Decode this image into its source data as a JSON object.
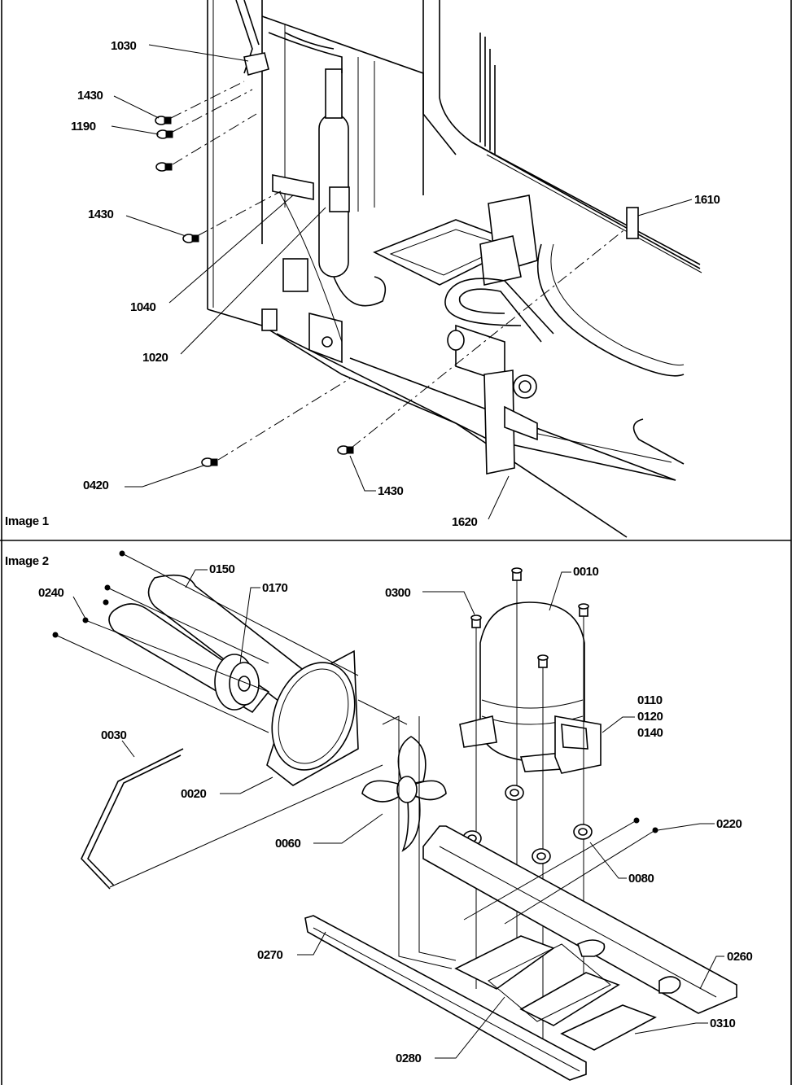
{
  "panel1": {
    "caption": "Image 1",
    "callouts": {
      "c1030": "1030",
      "c1430a": "1430",
      "c1190": "1190",
      "c1430b": "1430",
      "c1040": "1040",
      "c1020": "1020",
      "c1610": "1610",
      "c0420": "0420",
      "c1430c": "1430",
      "c1620": "1620"
    }
  },
  "panel2": {
    "caption": "Image 2",
    "callouts": {
      "c0150": "0150",
      "c0170": "0170",
      "c0240": "0240",
      "c0300": "0300",
      "c0010": "0010",
      "c0110": "0110",
      "c0120": "0120",
      "c0140": "0140",
      "c0030": "0030",
      "c0020": "0020",
      "c0060": "0060",
      "c0220": "0220",
      "c0080": "0080",
      "c0270": "0270",
      "c0260": "0260",
      "c0310": "0310",
      "c0280": "0280"
    }
  }
}
